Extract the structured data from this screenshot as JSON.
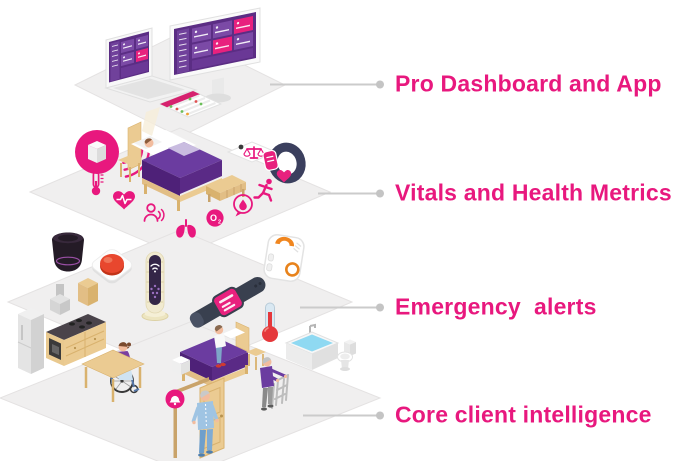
{
  "colors": {
    "accent_pink": "#e8187e",
    "purple_dark": "#4e2178",
    "purple_mid": "#6b3ca0",
    "platform_gray": "#f0efef",
    "connector_gray": "#cbcbcb",
    "wood_tan": "#ebcb92",
    "alert_red": "#e8472e",
    "navy": "#3b3f5e",
    "orange": "#f0861f",
    "water_blue": "#8fd9f2"
  },
  "labels": [
    {
      "id": "pro-dashboard-and-app",
      "text": "Pro Dashboard and App"
    },
    {
      "id": "vitals-and-health-metrics",
      "text": "Vitals and Health Metrics"
    },
    {
      "id": "emergency-alerts",
      "text": "Emergency  alerts"
    },
    {
      "id": "core-client-intelligence",
      "text": "Core client intelligence"
    }
  ],
  "layers": [
    {
      "name": "pro-dashboard-and-app",
      "items": [
        "laptop-dashboard",
        "monitor-dashboard",
        "phone-app"
      ]
    },
    {
      "name": "vitals-and-health-metrics",
      "items": [
        "motion-sensor",
        "bed-sleeping-person",
        "smart-scale",
        "fitness-band",
        "thermometer-icon",
        "heart-ecg-icon",
        "speech-icon",
        "lungs-icon",
        "oxygen-icon",
        "hydration-icon",
        "activity-icon"
      ]
    },
    {
      "name": "emergency-alerts",
      "items": [
        "smart-speaker",
        "emergency-button",
        "sensor-tower",
        "smartwatch",
        "medication-dispenser"
      ]
    },
    {
      "name": "core-client-intelligence",
      "items": [
        "kitchen",
        "wheelchair-user-at-table",
        "bed-sitting-person",
        "temperature-sensor",
        "bathtub",
        "toilet",
        "walker-user",
        "door-sensor-person",
        "alert-bell"
      ]
    }
  ],
  "icons": {
    "oxygen": {
      "main": "O",
      "sub": "2"
    }
  }
}
